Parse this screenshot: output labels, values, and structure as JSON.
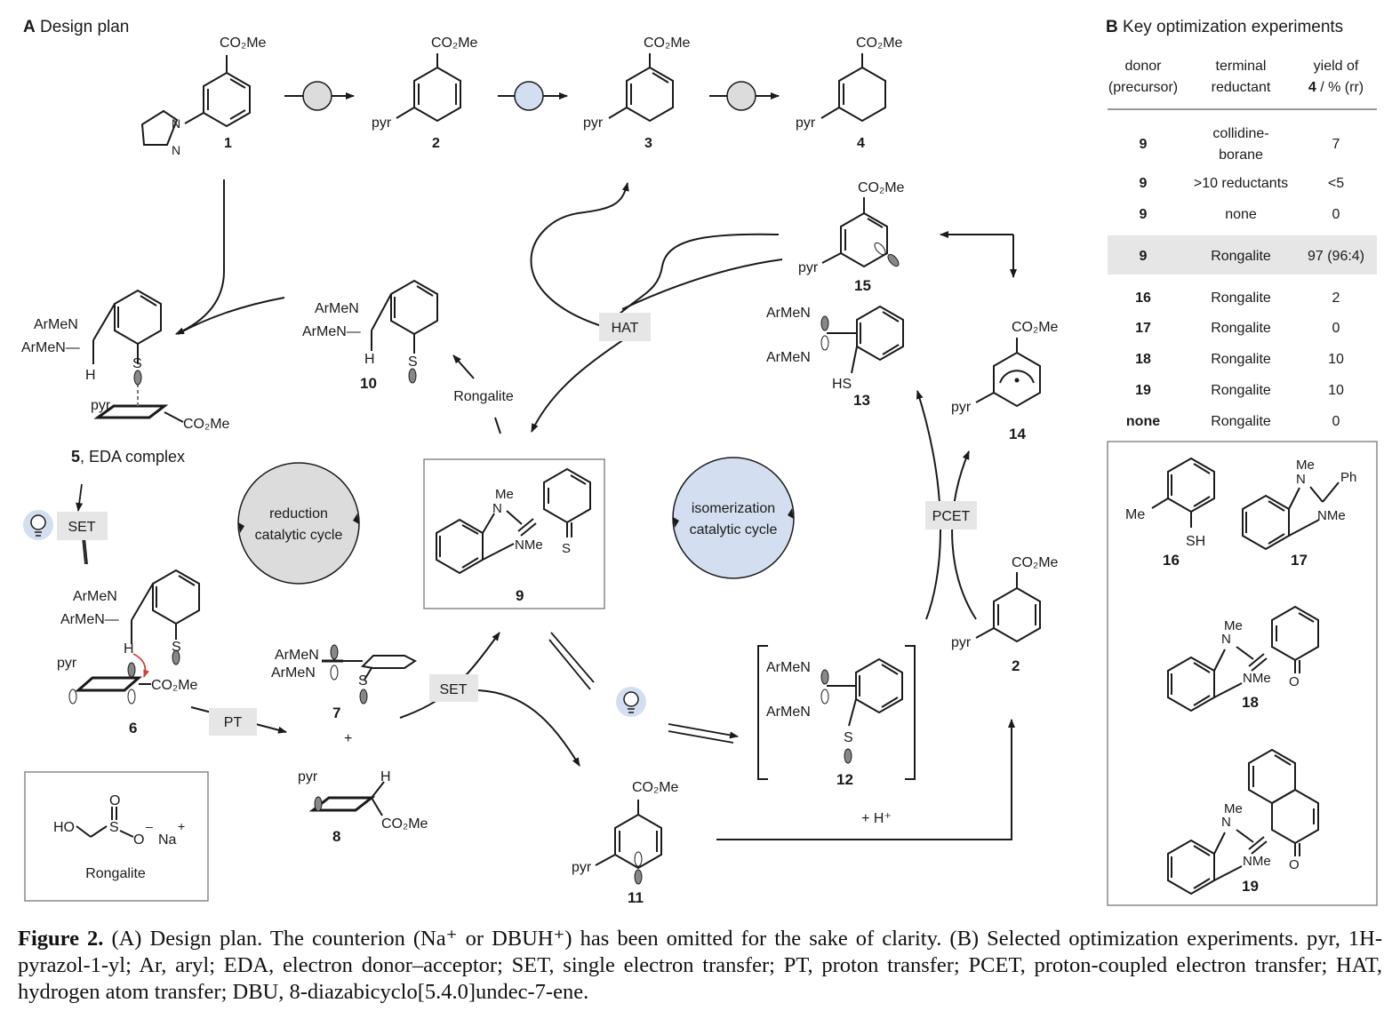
{
  "panel_a": {
    "letter": "A",
    "title": "Design plan"
  },
  "panel_b": {
    "letter": "B",
    "title": "Key optimization experiments",
    "headers": [
      [
        "donor",
        "(precursor)"
      ],
      [
        "terminal",
        "reductant"
      ],
      [
        "yield of",
        "4 / % (rr)"
      ]
    ],
    "rows": [
      {
        "donor": "9",
        "reductant": [
          "collidine-",
          "borane"
        ],
        "yield": "7",
        "highlight": false
      },
      {
        "donor": "9",
        "reductant": [
          ">10 reductants"
        ],
        "yield": "<5",
        "highlight": false
      },
      {
        "donor": "9",
        "reductant": [
          "none"
        ],
        "yield": "0",
        "highlight": false
      },
      {
        "donor": "9",
        "reductant": [
          "Rongalite"
        ],
        "yield": "97 (96:4)",
        "highlight": true
      },
      {
        "donor": "16",
        "reductant": [
          "Rongalite"
        ],
        "yield": "2",
        "highlight": false
      },
      {
        "donor": "17",
        "reductant": [
          "Rongalite"
        ],
        "yield": "0",
        "highlight": false
      },
      {
        "donor": "18",
        "reductant": [
          "Rongalite"
        ],
        "yield": "10",
        "highlight": false
      },
      {
        "donor": "19",
        "reductant": [
          "Rongalite"
        ],
        "yield": "10",
        "highlight": false
      },
      {
        "donor": "none",
        "reductant": [
          "Rongalite"
        ],
        "yield": "0",
        "highlight": false
      }
    ],
    "struct_labels": [
      "16",
      "17",
      "18",
      "19"
    ]
  },
  "compounds": {
    "c1": "1",
    "c2": "2",
    "c3": "3",
    "c4": "4",
    "c5": "5",
    "c5_suffix": ", EDA complex",
    "c6": "6",
    "c7": "7",
    "c8": "8",
    "c9": "9",
    "c10": "10",
    "c11": "11",
    "c12": "12",
    "c13": "13",
    "c14": "14",
    "c15": "15",
    "c2b": "2"
  },
  "atoms": {
    "co2me": "CO₂Me",
    "pyr": "pyr",
    "armen": "ArMeN",
    "armen_dash": "ArMeN—",
    "h": "H",
    "s": "S",
    "hs": "HS",
    "sh": "SH",
    "me": "Me",
    "nme": "NMe",
    "n": "N",
    "o": "O",
    "ph": "Ph",
    "plus": "+",
    "rongalite_ho": "HO",
    "rongalite_na": "Na"
  },
  "step_labels": {
    "hat": "HAT",
    "set_left": "SET",
    "set_mid": "SET",
    "pt": "PT",
    "pcet": "PCET",
    "rongalite": "Rongalite",
    "plus_h": "+ H⁺"
  },
  "cycles": {
    "reduction": [
      "reduction",
      "catalytic cycle"
    ],
    "isomerization": [
      "isomerization",
      "catalytic cycle"
    ]
  },
  "rongalite_box": {
    "label": "Rongalite"
  },
  "caption": {
    "fig": "Figure 2.",
    "text": " (A) Design plan. The counterion (Na⁺ or DBUH⁺) has been omitted for the sake of clarity. (B) Selected optimization experiments. pyr, 1H-pyrazol-1-yl; Ar, aryl; EDA, electron donor–acceptor; SET, single electron transfer; PT, proton transfer; PCET, proton-coupled electron transfer; HAT, hydrogen atom transfer; DBU, 8-diazabicyclo[5.4.0]undec-7-ene."
  },
  "colors": {
    "grey_cycle": "#dcdcdc",
    "blue_cycle": "#d3def0",
    "label_box": "#e6e6e6",
    "highlight_row": "#e6e6e6",
    "red_arrow": "#c9443a"
  }
}
